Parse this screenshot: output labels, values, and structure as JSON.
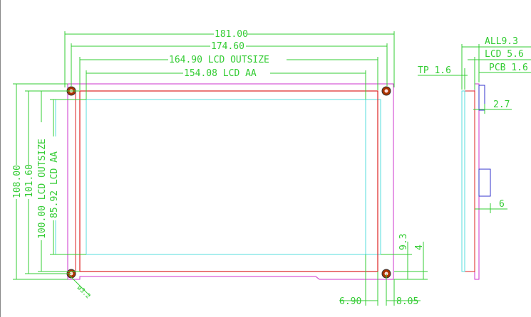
{
  "colors": {
    "dimension": "#33cc33",
    "pcb_outline": "#cc33cc",
    "lcd_outline": "#dd2222",
    "active_area": "#55dddd",
    "hole_fill": "#aa3300",
    "frame": "#888888"
  },
  "front_view": {
    "width_all": "181.00",
    "width_pcb_holes": "174.60",
    "width_lcd_outsize": "164.90 LCD OUTSIZE",
    "width_lcd_aa": "154.08 LCD AA",
    "height_all": "108.00",
    "height_holes": "101.60",
    "height_lcd_outsize": "100.00 LCD OUTSIZE",
    "height_lcd_aa": "85.92 LCD AA",
    "hole_diameter": "ø3.2",
    "offset_left": "6.90",
    "offset_right": "8.05",
    "offset_v1": "9.3",
    "offset_v2": "4"
  },
  "side_view": {
    "all_thickness": "ALL9.3",
    "lcd_thickness": "LCD 5.6",
    "pcb_thickness": "PCB 1.6",
    "tp_thickness": "TP 1.6",
    "connector_1": "2.7",
    "connector_2": "6"
  }
}
